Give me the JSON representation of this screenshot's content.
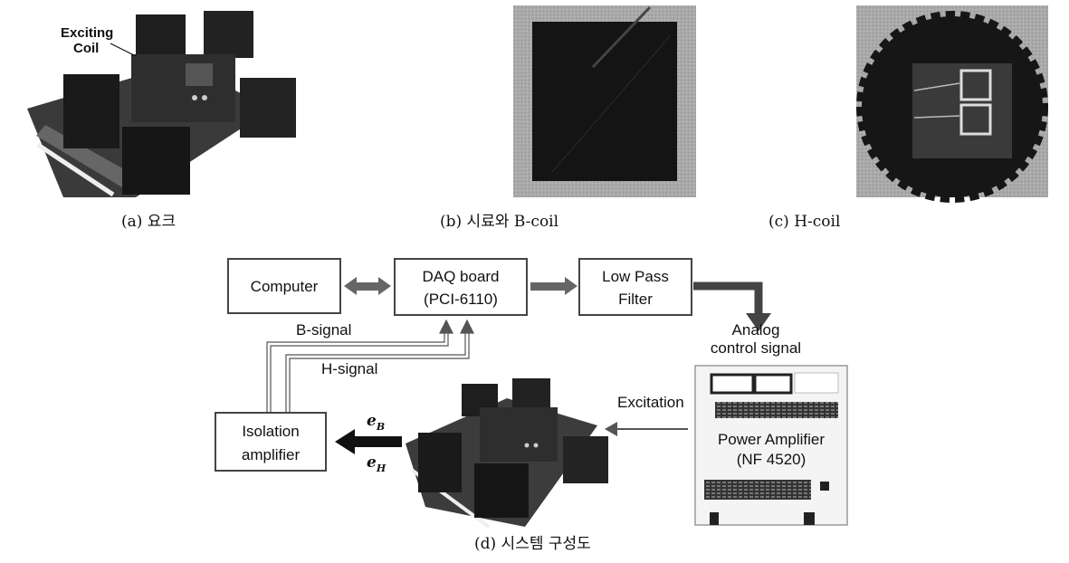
{
  "photos": {
    "yoke_label_line1": "Exciting",
    "yoke_label_line2": "Coil"
  },
  "captions": {
    "a": "(a) 요크",
    "b": "(b) 시료와 B-coil",
    "c": "(c) H-coil",
    "d": "(d) 시스템 구성도"
  },
  "diagram": {
    "computer": "Computer",
    "daq_line1": "DAQ board",
    "daq_line2": "(PCI-6110)",
    "lpf_line1": "Low Pass",
    "lpf_line2": "Filter",
    "analog_line1": "Analog",
    "analog_line2": "control signal",
    "b_signal": "B-signal",
    "h_signal": "H-signal",
    "excitation": "Excitation",
    "iso_line1": "Isolation",
    "iso_line2": "amplifier",
    "amp_line1": "Power Amplifier",
    "amp_line2": "(NF 4520)",
    "e_b": "e",
    "e_b_sub": "B",
    "e_h": "e",
    "e_h_sub": "H"
  }
}
